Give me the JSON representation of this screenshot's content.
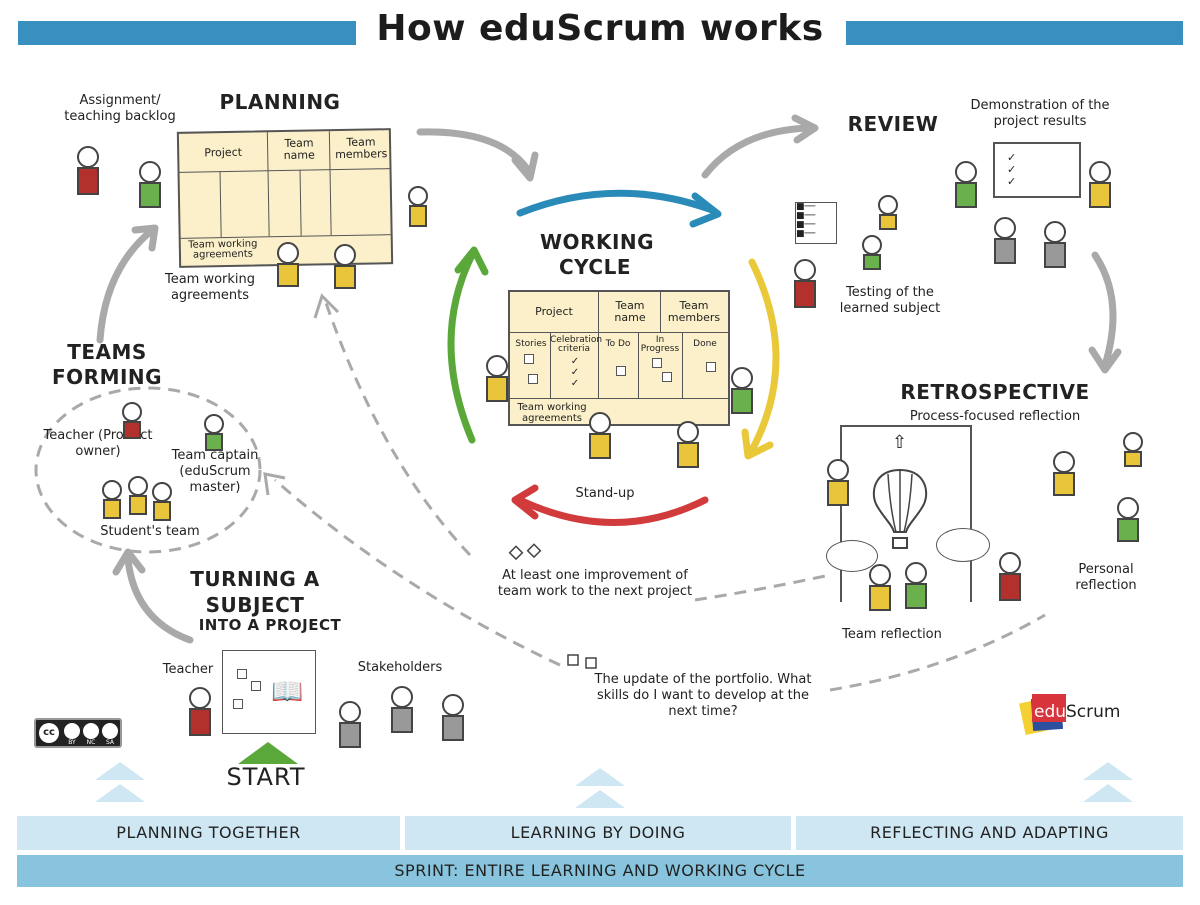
{
  "title": "How eduScrum works",
  "colors": {
    "accent": "#3a8fc1",
    "light_band": "#cfe7f3",
    "sprint_band": "#88c4dd",
    "arrow_blue": "#2a8ab8",
    "arrow_yellow": "#e9c93a",
    "arrow_red": "#d23b3b",
    "arrow_green": "#5aa83a",
    "board_fill": "#fbf0c9"
  },
  "planning": {
    "title": "PLANNING",
    "backlog_note": "Assignment/ teaching backlog",
    "board": {
      "col1": "Project",
      "col2": "Team name",
      "col3": "Team members",
      "footer": "Team working agreements"
    },
    "agreements_note": "Team working agreements"
  },
  "review": {
    "title": "REVIEW",
    "demo_note": "Demonstration of the project results",
    "testing_note": "Testing of the learned subject"
  },
  "working_cycle": {
    "title": "WORKING CYCLE",
    "board": {
      "col1": "Project",
      "col2": "Team name",
      "col3": "Team members",
      "stories": "Stories",
      "criteria": "Celebration criteria",
      "todo": "To Do",
      "inprogress": "In Progress",
      "done": "Done",
      "footer": "Team working agreements"
    },
    "standup": "Stand-up"
  },
  "teams_forming": {
    "title": "TEAMS FORMING",
    "teacher": "Teacher (Product owner)",
    "captain": "Team captain (eduScrum master)",
    "students": "Student's team"
  },
  "retrospective": {
    "title": "RETROSPECTIVE",
    "subtitle": "Process-focused reflection",
    "team": "Team reflection",
    "personal": "Personal reflection"
  },
  "improvement_note": "At least one improvement of team work to the next project",
  "portfolio_note": "The update of the portfolio. What skills do I want to develop at the next time?",
  "turning": {
    "title": "TURNING A SUBJECT",
    "subtitle": "INTO A PROJECT",
    "teacher": "Teacher",
    "stakeholders": "Stakeholders",
    "start": "START"
  },
  "license": {
    "by": "BY",
    "nc": "NC",
    "sa": "SA"
  },
  "logo": {
    "edu": "edu",
    "scrum": "Scrum"
  },
  "bands": {
    "planning": "PLANNING TOGETHER",
    "learning": "LEARNING BY DOING",
    "reflecting": "REFLECTING AND ADAPTING",
    "sprint": "SPRINT: ENTIRE LEARNING AND WORKING CYCLE"
  }
}
